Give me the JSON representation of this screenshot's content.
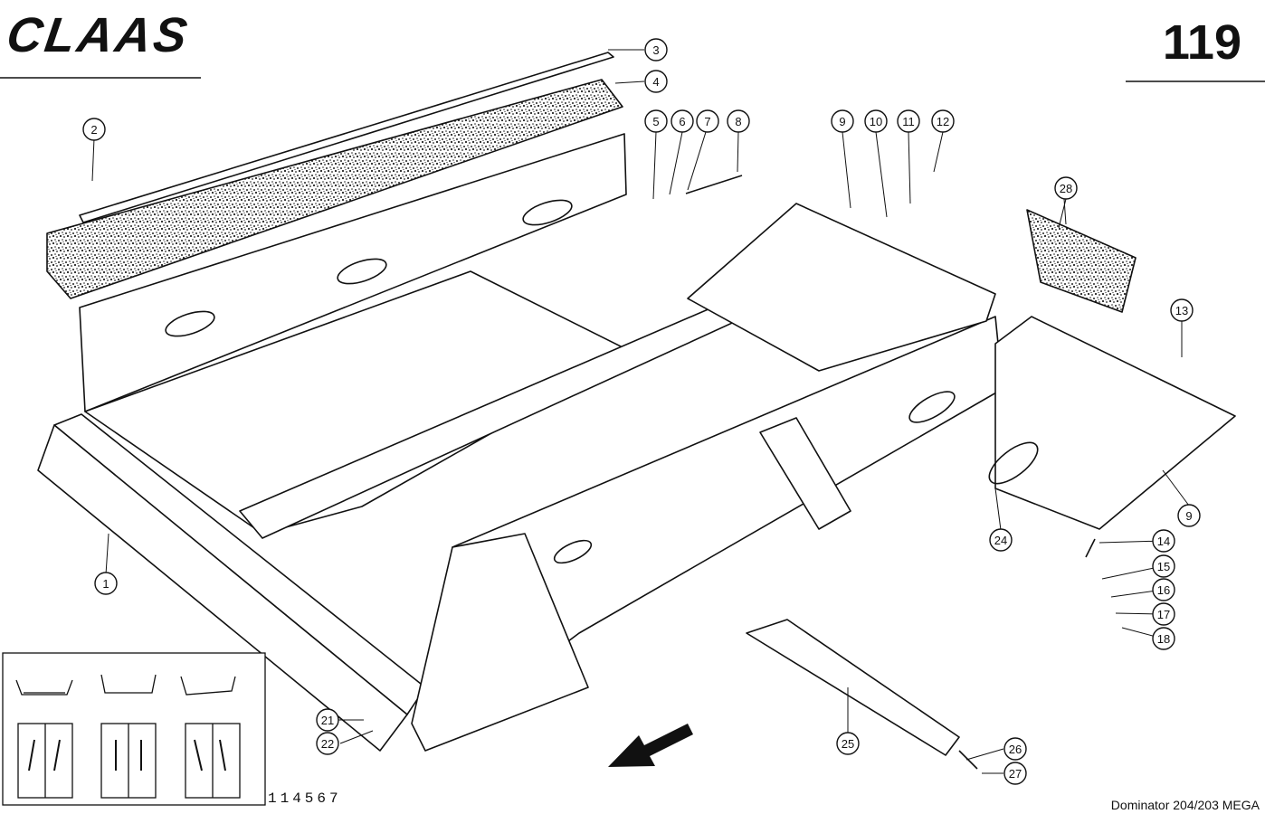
{
  "header": {
    "brand": "CLAAS",
    "page_number": "119"
  },
  "footer": {
    "drawing_number": "114567",
    "model": "Dominator 204/203 MEGA"
  },
  "callouts": [
    "1",
    "2",
    "3",
    "4",
    "5",
    "6",
    "7",
    "8",
    "9",
    "9",
    "10",
    "11",
    "12",
    "13",
    "14",
    "15",
    "16",
    "17",
    "18",
    "21",
    "22",
    "24",
    "25",
    "26",
    "27",
    "28"
  ]
}
